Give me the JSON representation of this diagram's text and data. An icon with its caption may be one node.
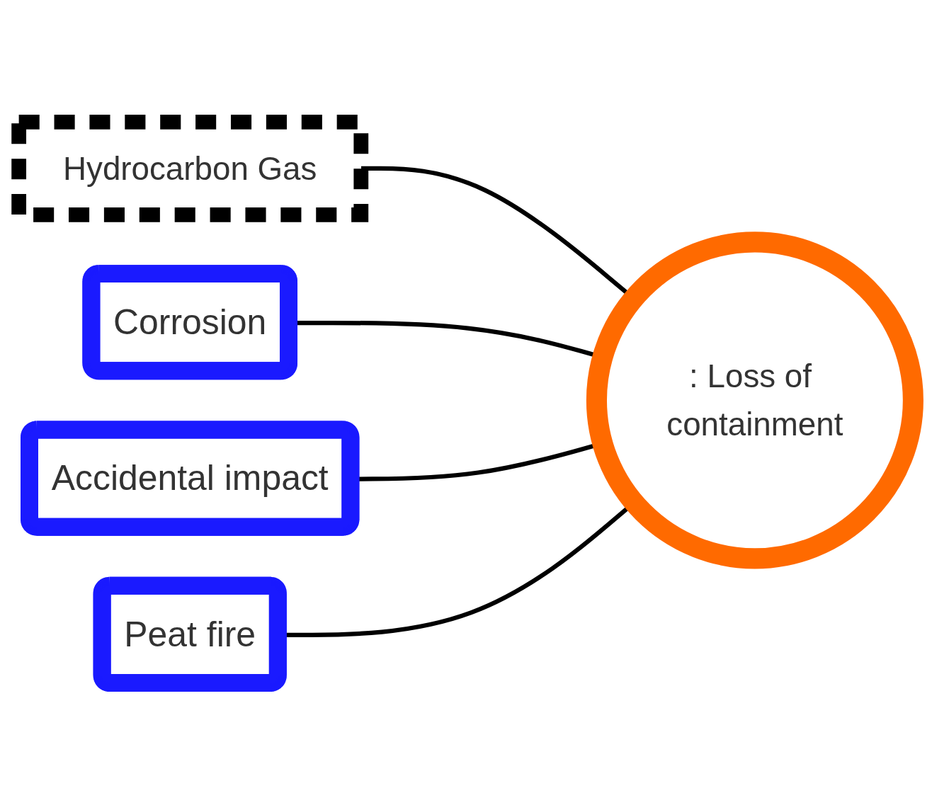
{
  "diagram": {
    "nodes": [
      {
        "text": [
          "Hydrocarbon Gas"
        ]
      },
      {
        "text": [
          "Corrosion"
        ]
      },
      {
        "text": [
          "Accidental impact"
        ]
      },
      {
        "text": [
          "Peat fire"
        ]
      },
      {
        "text": [
          ": Loss of containment"
        ]
      }
    ],
    "edges": [
      {
        "from": 0,
        "to": 4,
        "arrow": "none"
      },
      {
        "from": 1,
        "to": 4,
        "arrow": "none"
      },
      {
        "from": 2,
        "to": 4,
        "arrow": "none"
      },
      {
        "from": 3,
        "to": 4,
        "arrow": "none"
      }
    ]
  }
}
